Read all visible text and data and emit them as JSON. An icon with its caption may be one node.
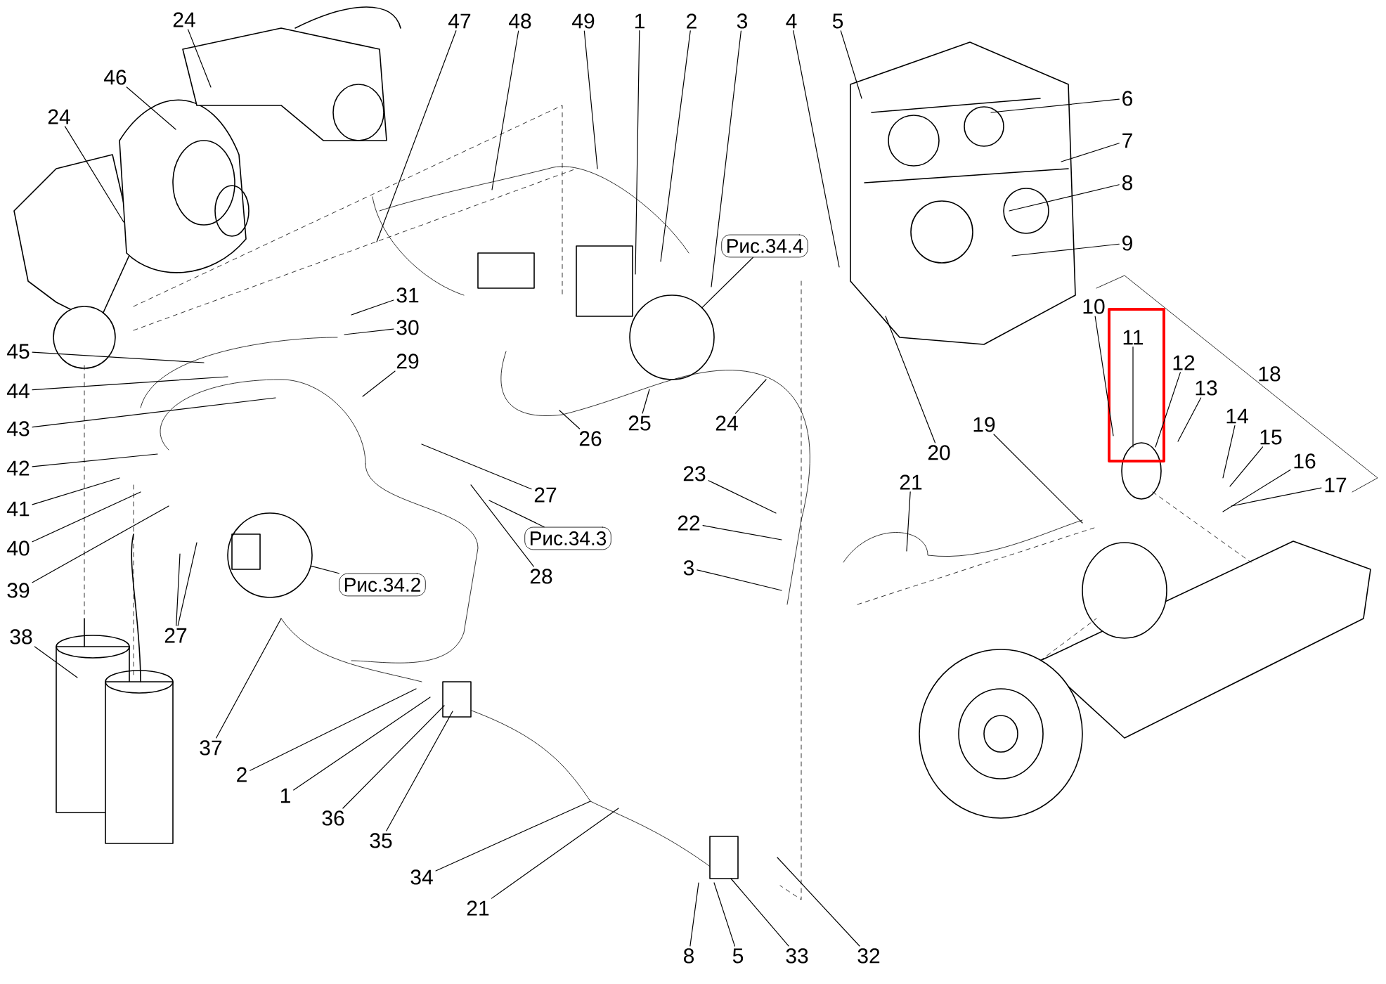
{
  "diagram": {
    "nodes": [
      {
        "text": [
          "24"
        ]
      },
      {
        "text": [
          "46"
        ]
      },
      {
        "text": [
          "24"
        ]
      },
      {
        "text": [
          "47"
        ]
      },
      {
        "text": [
          "48"
        ]
      },
      {
        "text": [
          "49"
        ]
      },
      {
        "text": [
          "1"
        ]
      },
      {
        "text": [
          "2"
        ]
      },
      {
        "text": [
          "3"
        ]
      },
      {
        "text": [
          "4"
        ]
      },
      {
        "text": [
          "5"
        ]
      },
      {
        "text": [
          "6"
        ]
      },
      {
        "text": [
          "7"
        ]
      },
      {
        "text": [
          "8"
        ]
      },
      {
        "text": [
          "9"
        ]
      },
      {
        "text": [
          "Рис.34.4"
        ]
      },
      {
        "text": [],
        "shape": "circle"
      },
      {
        "text": [
          "31"
        ]
      },
      {
        "text": [
          "30"
        ]
      },
      {
        "text": [
          "29"
        ]
      },
      {
        "text": [
          "10"
        ]
      },
      {
        "text": [
          "11"
        ]
      },
      {
        "text": [
          "12"
        ]
      },
      {
        "text": [
          "13"
        ]
      },
      {
        "text": [
          "14"
        ]
      },
      {
        "text": [
          "15"
        ]
      },
      {
        "text": [
          "16"
        ]
      },
      {
        "text": [
          "17"
        ]
      },
      {
        "text": [
          "45"
        ]
      },
      {
        "text": [
          "44"
        ]
      },
      {
        "text": [
          "43"
        ]
      },
      {
        "text": [
          "42"
        ]
      },
      {
        "text": [
          "26"
        ]
      },
      {
        "text": [
          "25"
        ]
      },
      {
        "text": [
          "24"
        ]
      },
      {
        "text": [
          "19"
        ]
      },
      {
        "text": [
          "20"
        ]
      },
      {
        "text": [
          "21"
        ]
      },
      {
        "text": [
          "41"
        ]
      },
      {
        "text": [
          "27"
        ]
      },
      {
        "text": [
          "23"
        ]
      },
      {
        "text": [
          "40"
        ]
      },
      {
        "text": [
          "Рис.34.3"
        ]
      },
      {
        "text": [
          "22"
        ]
      },
      {
        "text": [
          "28"
        ]
      },
      {
        "text": [
          "3"
        ]
      },
      {
        "text": [
          "39"
        ]
      },
      {
        "text": [
          "Рис.34.2"
        ]
      },
      {
        "text": [],
        "shape": "circle"
      },
      {
        "text": [
          "27"
        ]
      },
      {
        "text": [
          "38"
        ]
      },
      {
        "text": [
          "37"
        ]
      },
      {
        "text": [
          "2"
        ]
      },
      {
        "text": [
          "1"
        ]
      },
      {
        "text": [
          "36"
        ]
      },
      {
        "text": [
          "35"
        ]
      },
      {
        "text": [
          "34"
        ]
      },
      {
        "text": [
          "21"
        ]
      },
      {
        "text": [
          "8"
        ]
      },
      {
        "text": [
          "5"
        ]
      },
      {
        "text": [
          "33"
        ]
      },
      {
        "text": [
          "32"
        ]
      }
    ],
    "edges": [
      {
        "from": 0,
        "to": null,
        "arrow": "none"
      },
      {
        "from": 1,
        "to": null,
        "arrow": "none"
      },
      {
        "from": 2,
        "to": null,
        "arrow": "none"
      },
      {
        "from": 3,
        "to": null,
        "arrow": "none"
      },
      {
        "from": 4,
        "to": null,
        "arrow": "none"
      },
      {
        "from": 5,
        "to": null,
        "arrow": "none"
      },
      {
        "from": 6,
        "to": null,
        "arrow": "none"
      },
      {
        "from": 7,
        "to": null,
        "arrow": "none"
      },
      {
        "from": 8,
        "to": null,
        "arrow": "none"
      },
      {
        "from": 9,
        "to": null,
        "arrow": "none"
      },
      {
        "from": 10,
        "to": null,
        "arrow": "none"
      },
      {
        "from": 11,
        "to": null,
        "arrow": "none"
      },
      {
        "from": 12,
        "to": null,
        "arrow": "none"
      },
      {
        "from": 13,
        "to": null,
        "arrow": "none"
      },
      {
        "from": 14,
        "to": null,
        "arrow": "none"
      },
      {
        "from": 15,
        "to": 16,
        "arrow": "none"
      },
      {
        "from": 17,
        "to": null,
        "arrow": "none"
      },
      {
        "from": 18,
        "to": null,
        "arrow": "none"
      },
      {
        "from": 19,
        "to": null,
        "arrow": "none"
      },
      {
        "from": 20,
        "to": null,
        "arrow": "none"
      },
      {
        "from": 21,
        "to": null,
        "arrow": "none"
      },
      {
        "from": 22,
        "to": null,
        "arrow": "none"
      },
      {
        "from": 23,
        "to": null,
        "arrow": "none"
      },
      {
        "from": 24,
        "to": null,
        "arrow": "none"
      },
      {
        "from": 25,
        "to": null,
        "arrow": "none"
      },
      {
        "from": 26,
        "to": null,
        "arrow": "none"
      },
      {
        "from": 27,
        "to": null,
        "arrow": "none"
      },
      {
        "from": 28,
        "to": null,
        "arrow": "none"
      },
      {
        "from": 29,
        "to": null,
        "arrow": "none"
      },
      {
        "from": 30,
        "to": null,
        "arrow": "none"
      },
      {
        "from": 31,
        "to": null,
        "arrow": "none"
      },
      {
        "from": 32,
        "to": null,
        "arrow": "none"
      },
      {
        "from": 33,
        "to": null,
        "arrow": "none"
      },
      {
        "from": 34,
        "to": null,
        "arrow": "none"
      },
      {
        "from": 35,
        "to": null,
        "arrow": "none"
      },
      {
        "from": 36,
        "to": null,
        "arrow": "none"
      },
      {
        "from": 37,
        "to": null,
        "arrow": "none"
      },
      {
        "from": 38,
        "to": null,
        "arrow": "none"
      },
      {
        "from": 39,
        "to": null,
        "arrow": "none"
      },
      {
        "from": 40,
        "to": null,
        "arrow": "none"
      },
      {
        "from": 41,
        "to": null,
        "arrow": "none"
      },
      {
        "from": 42,
        "to": null,
        "arrow": "none"
      },
      {
        "from": 43,
        "to": null,
        "arrow": "none"
      },
      {
        "from": 44,
        "to": null,
        "arrow": "none"
      },
      {
        "from": 45,
        "to": null,
        "arrow": "none"
      },
      {
        "from": 46,
        "to": null,
        "arrow": "none"
      },
      {
        "from": 47,
        "to": 48,
        "arrow": "none"
      },
      {
        "from": 49,
        "to": null,
        "arrow": "none"
      },
      {
        "from": 49,
        "to": null,
        "arrow": "none"
      },
      {
        "from": 50,
        "to": null,
        "arrow": "none"
      },
      {
        "from": 51,
        "to": null,
        "arrow": "none"
      },
      {
        "from": 52,
        "to": null,
        "arrow": "none"
      },
      {
        "from": 53,
        "to": null,
        "arrow": "none"
      },
      {
        "from": 54,
        "to": null,
        "arrow": "none"
      },
      {
        "from": 55,
        "to": null,
        "arrow": "none"
      },
      {
        "from": 56,
        "to": null,
        "arrow": "none"
      },
      {
        "from": 57,
        "to": null,
        "arrow": "none"
      },
      {
        "from": 58,
        "to": null,
        "arrow": "none"
      },
      {
        "from": 59,
        "to": null,
        "arrow": "none"
      },
      {
        "from": 60,
        "to": null,
        "arrow": "none"
      },
      {
        "from": 61,
        "to": null,
        "arrow": "none"
      }
    ],
    "labels": [
      "18"
    ]
  }
}
